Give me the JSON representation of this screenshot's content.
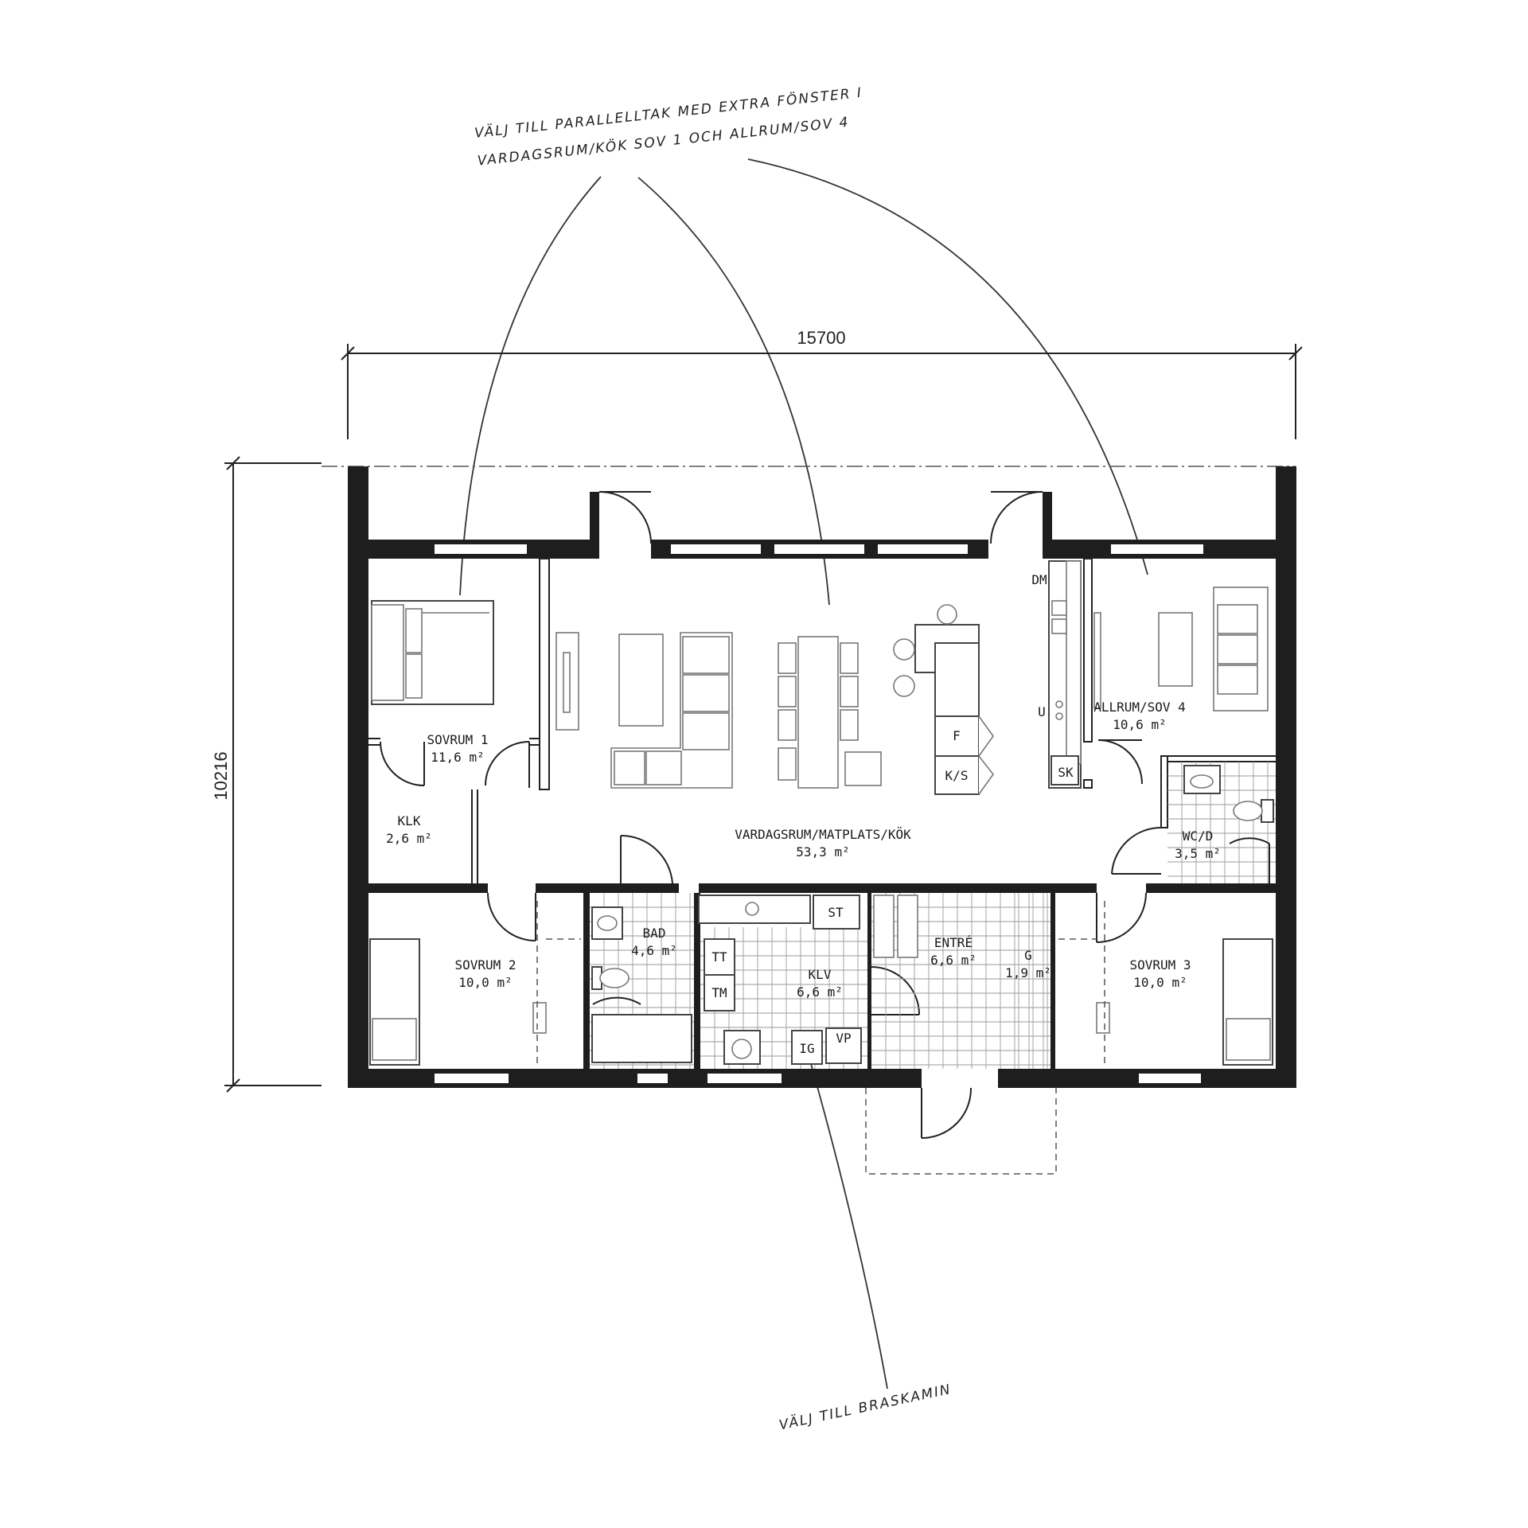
{
  "notes": {
    "roof_line1": "VÄLJ TILL PARALLELLTAK MED EXTRA FÖNSTER I",
    "roof_line2": "VARDAGSRUM/KÖK SOV 1 OCH ALLRUM/SOV 4",
    "stove": "VÄLJ TILL BRASKAMIN"
  },
  "dimensions": {
    "width": "15700",
    "height": "10216"
  },
  "rooms": {
    "sovrum1": {
      "name": "SOVRUM 1",
      "area": "11,6 m²"
    },
    "klk": {
      "name": "KLK",
      "area": "2,6 m²"
    },
    "vardagsrum": {
      "name": "VARDAGSRUM/MATPLATS/KÖK",
      "area": "53,3 m²"
    },
    "allrum": {
      "name": "ALLRUM/SOV 4",
      "area": "10,6 m²"
    },
    "wc": {
      "name": "WC/D",
      "area": "3,5 m²"
    },
    "sovrum2": {
      "name": "SOVRUM 2",
      "area": "10,0 m²"
    },
    "bad": {
      "name": "BAD",
      "area": "4,6 m²"
    },
    "klv": {
      "name": "KLV",
      "area": "6,6 m²"
    },
    "entre": {
      "name": "ENTRÉ",
      "area": "6,6 m²"
    },
    "g": {
      "name": "G",
      "area": "1,9 m²"
    },
    "sovrum3": {
      "name": "SOVRUM 3",
      "area": "10,0 m²"
    }
  },
  "fixtures": {
    "dm": "DM",
    "u": "U",
    "sk": "SK",
    "f": "F",
    "ks": "K/S",
    "st": "ST",
    "tt": "TT",
    "tm": "TM",
    "ig": "IG",
    "vp": "VP"
  }
}
